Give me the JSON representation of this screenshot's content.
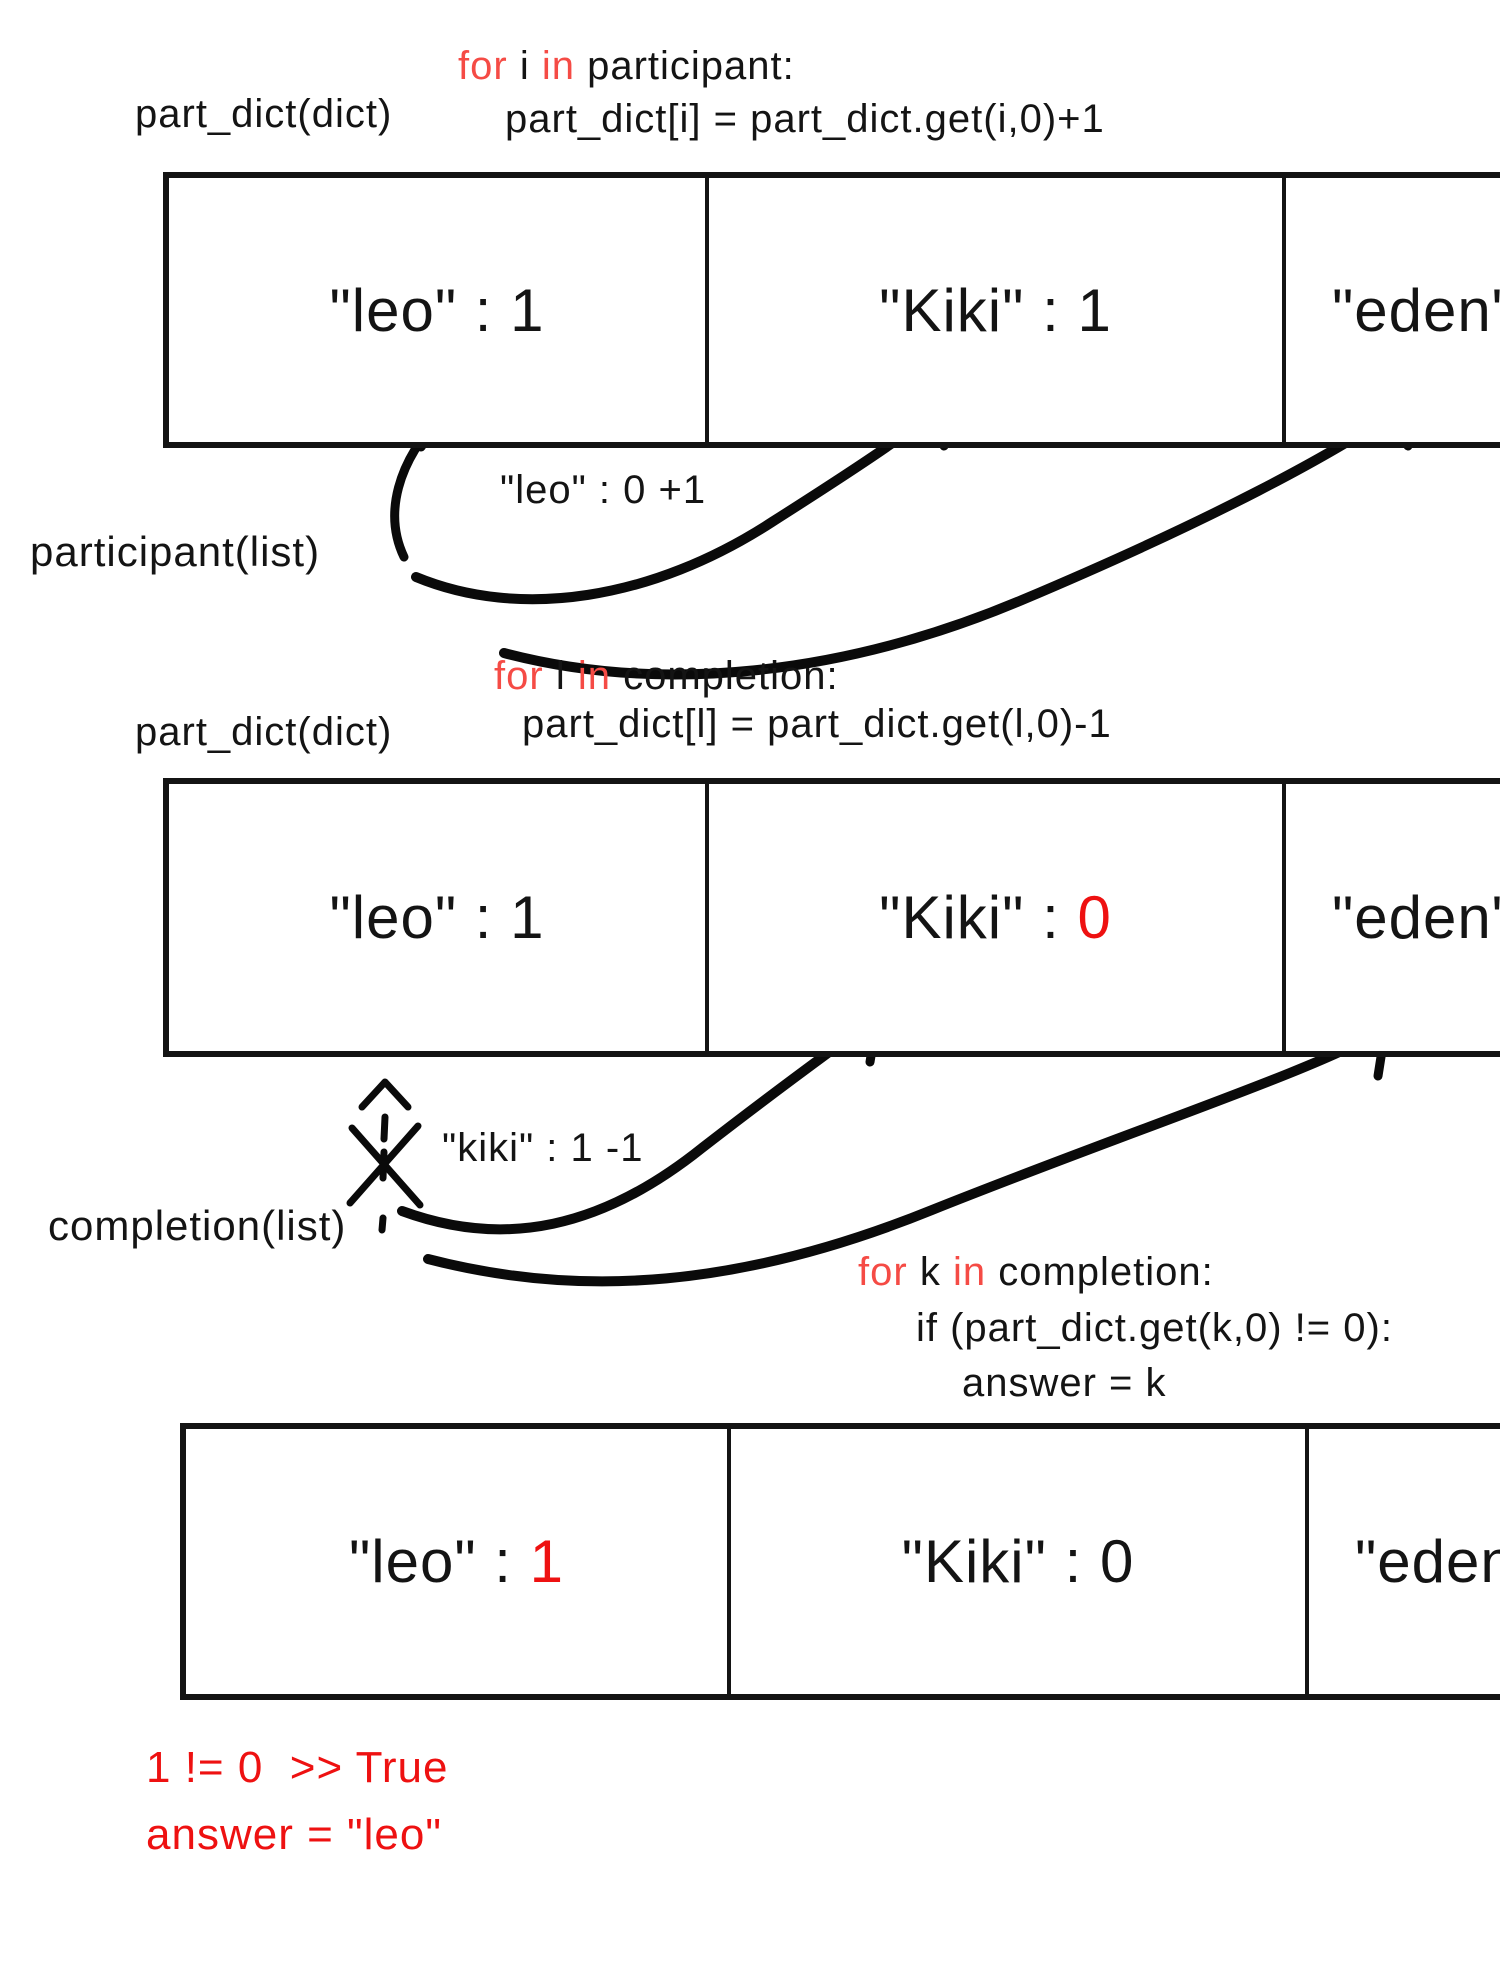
{
  "colors": {
    "ink": "#141414",
    "red": "#ee1111",
    "red_keyword": "#f54b45"
  },
  "section1": {
    "loop_for": "for",
    "loop_var": "i",
    "loop_in": "in",
    "loop_tail": "participant:",
    "dict_label": "part_dict(dict)",
    "code": "part_dict[i] = part_dict.get(i,0)+1",
    "cells": [
      {
        "label": "\"leo\" : ",
        "value": "1"
      },
      {
        "label": "\"Kiki\" : ",
        "value": "1"
      },
      {
        "label": "\"eden\"",
        "value": ""
      }
    ],
    "annotation": "\"leo\" : 0 +1",
    "list_label": "participant(list)"
  },
  "section2": {
    "loop_for": "for",
    "loop_var": "l",
    "loop_in": "in",
    "loop_tail": "completion:",
    "dict_label": "part_dict(dict)",
    "code": "part_dict[l] = part_dict.get(l,0)-1",
    "cells": [
      {
        "label": "\"leo\" : ",
        "value": "1"
      },
      {
        "label": "\"Kiki\" : ",
        "value": "0",
        "value_color": "#ee1111"
      },
      {
        "label": "\"eden\"",
        "value": ""
      }
    ],
    "annotation": "\"kiki\" : 1 -1",
    "list_label": "completion(list)"
  },
  "section3": {
    "loop_for": "for",
    "loop_var": "k",
    "loop_in": "in",
    "loop_tail": "completion:",
    "code_line2": "if (part_dict.get(k,0) != 0):",
    "code_line3": "answer = k",
    "cells": [
      {
        "label": "\"leo\" : ",
        "value": "1",
        "value_color": "#ee1111"
      },
      {
        "label": "\"Kiki\" : ",
        "value": "0"
      },
      {
        "label": "\"eden\"",
        "value": ""
      }
    ],
    "result_line1": "1 != 0  >> True",
    "result_line2": "answer = \"leo\""
  }
}
